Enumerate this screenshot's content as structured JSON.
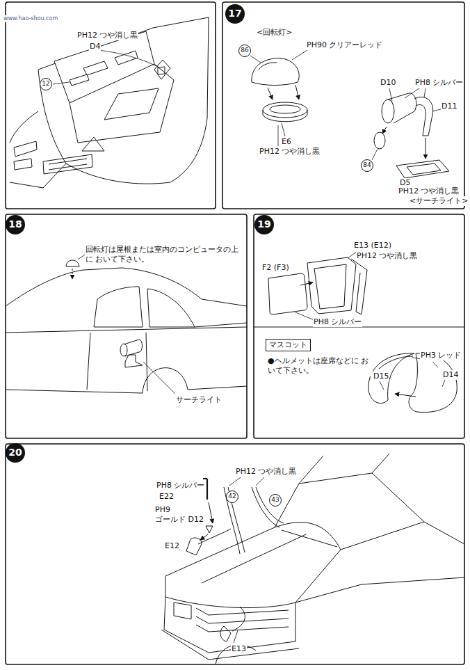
{
  "diagram": {
    "nodes": [
      {
        "text": [
          "12"
        ]
      },
      {
        "text": [
          "17"
        ]
      },
      {
        "text": [
          "86"
        ]
      },
      {
        "text": [
          "84"
        ]
      },
      {
        "text": [
          "18"
        ]
      },
      {
        "text": [
          "19"
        ]
      },
      {
        "text": [
          "マスコット"
        ]
      },
      {
        "text": [
          "20"
        ]
      },
      {
        "text": [
          "42"
        ]
      },
      {
        "text": [
          "43"
        ]
      }
    ],
    "labels": [
      "www.hao-shou.com",
      "PH12 つや消し黒",
      "D4",
      "<回転灯>",
      "PH90 クリアーレッド",
      "D10",
      "PH8 シルバー",
      "D11",
      "E6",
      "PH12 つや消し黒",
      "D5",
      "PH12 つや消し黒",
      "<サーチライト>",
      "回転灯は屋根または室内のコンピュータの上に おいて下さい。",
      "サーチライト",
      "E13 (E12)",
      "PH12 つや消し黒",
      "F2 (F3)",
      "PH8 シルバー",
      "PH3 レッド",
      "D15",
      "D14",
      "●ヘルメットは座席などに おいて下さい。",
      "PH8 シルバー",
      "E22",
      "PH9",
      "ゴールド D12",
      "PH12 つや消し黒",
      "E12",
      "E13"
    ]
  }
}
